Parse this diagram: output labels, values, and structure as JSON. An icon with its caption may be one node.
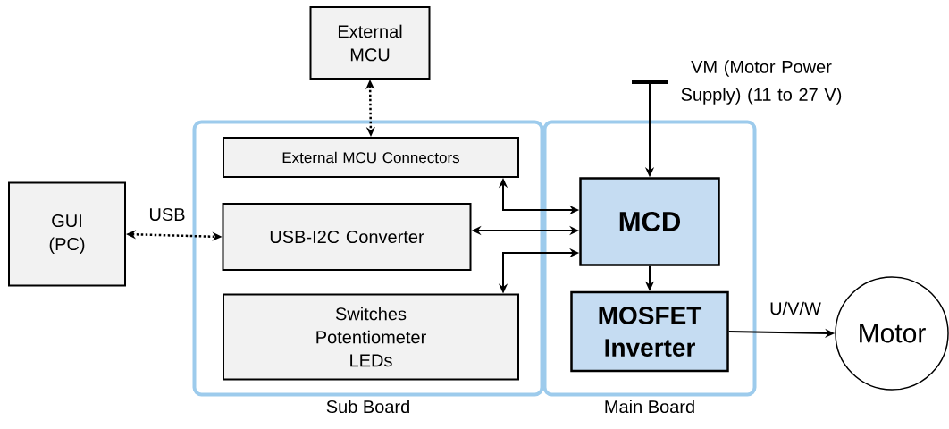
{
  "diagram": {
    "nodes": [
      {
        "text": [
          "External MCU"
        ]
      },
      {
        "text": [
          "Sub Board"
        ]
      },
      {
        "text": [
          "External MCU Connectors"
        ],
        "in": 1
      },
      {
        "text": [
          "USB-I2C Converter"
        ],
        "in": 1
      },
      {
        "text": [
          "Switches Potentiometer LEDs"
        ],
        "in": 1
      },
      {
        "text": [
          "Main Board"
        ]
      },
      {
        "text": [
          "MCD"
        ],
        "in": 5
      },
      {
        "text": [
          "MOSFET Inverter"
        ],
        "in": 5
      },
      {
        "text": [
          "GUI (PC)"
        ]
      },
      {
        "text": [
          "VM (Motor Power Supply) (11 to 27 V)"
        ]
      },
      {
        "text": [
          "Motor"
        ]
      }
    ],
    "edges": [
      {
        "from": 0,
        "to": 2,
        "arrow": "both",
        "style": "dashed"
      },
      {
        "from": 8,
        "to": 3,
        "arrow": "both",
        "style": "dashed",
        "label": "USB"
      },
      {
        "from": 2,
        "to": 6,
        "arrow": "both"
      },
      {
        "from": 3,
        "to": 6,
        "arrow": "both"
      },
      {
        "from": 6,
        "to": 4,
        "arrow": "both"
      },
      {
        "from": 9,
        "to": 6,
        "arrow": "to"
      },
      {
        "from": 6,
        "to": 7,
        "arrow": "to"
      },
      {
        "from": 7,
        "to": 10,
        "arrow": "to",
        "label": "U/V/W"
      }
    ]
  }
}
